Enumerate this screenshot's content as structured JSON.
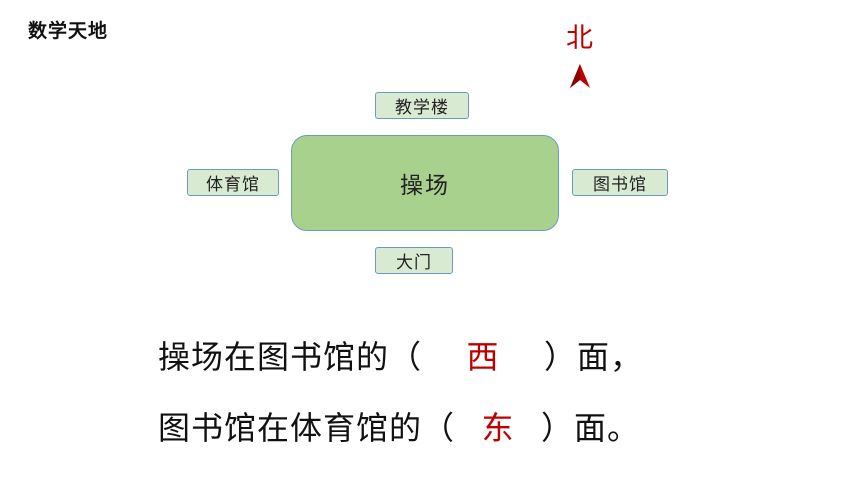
{
  "corner_title": "数学天地",
  "compass": {
    "label": "北",
    "color": "#c00000"
  },
  "map": {
    "north_building": "教学楼",
    "center": "操场",
    "west_building": "体育馆",
    "east_building": "图书馆",
    "south_building": "大门",
    "building_fill": "#d9ead3",
    "center_fill": "#a9d18e",
    "border_color": "#6a9bc3"
  },
  "questions": [
    {
      "prefix": "操场在图书馆的（",
      "answer": "西",
      "suffix": "）面，"
    },
    {
      "prefix": "图书馆在体育馆的（",
      "answer": "东",
      "suffix": "）面。"
    }
  ],
  "answer_color": "#c00000"
}
